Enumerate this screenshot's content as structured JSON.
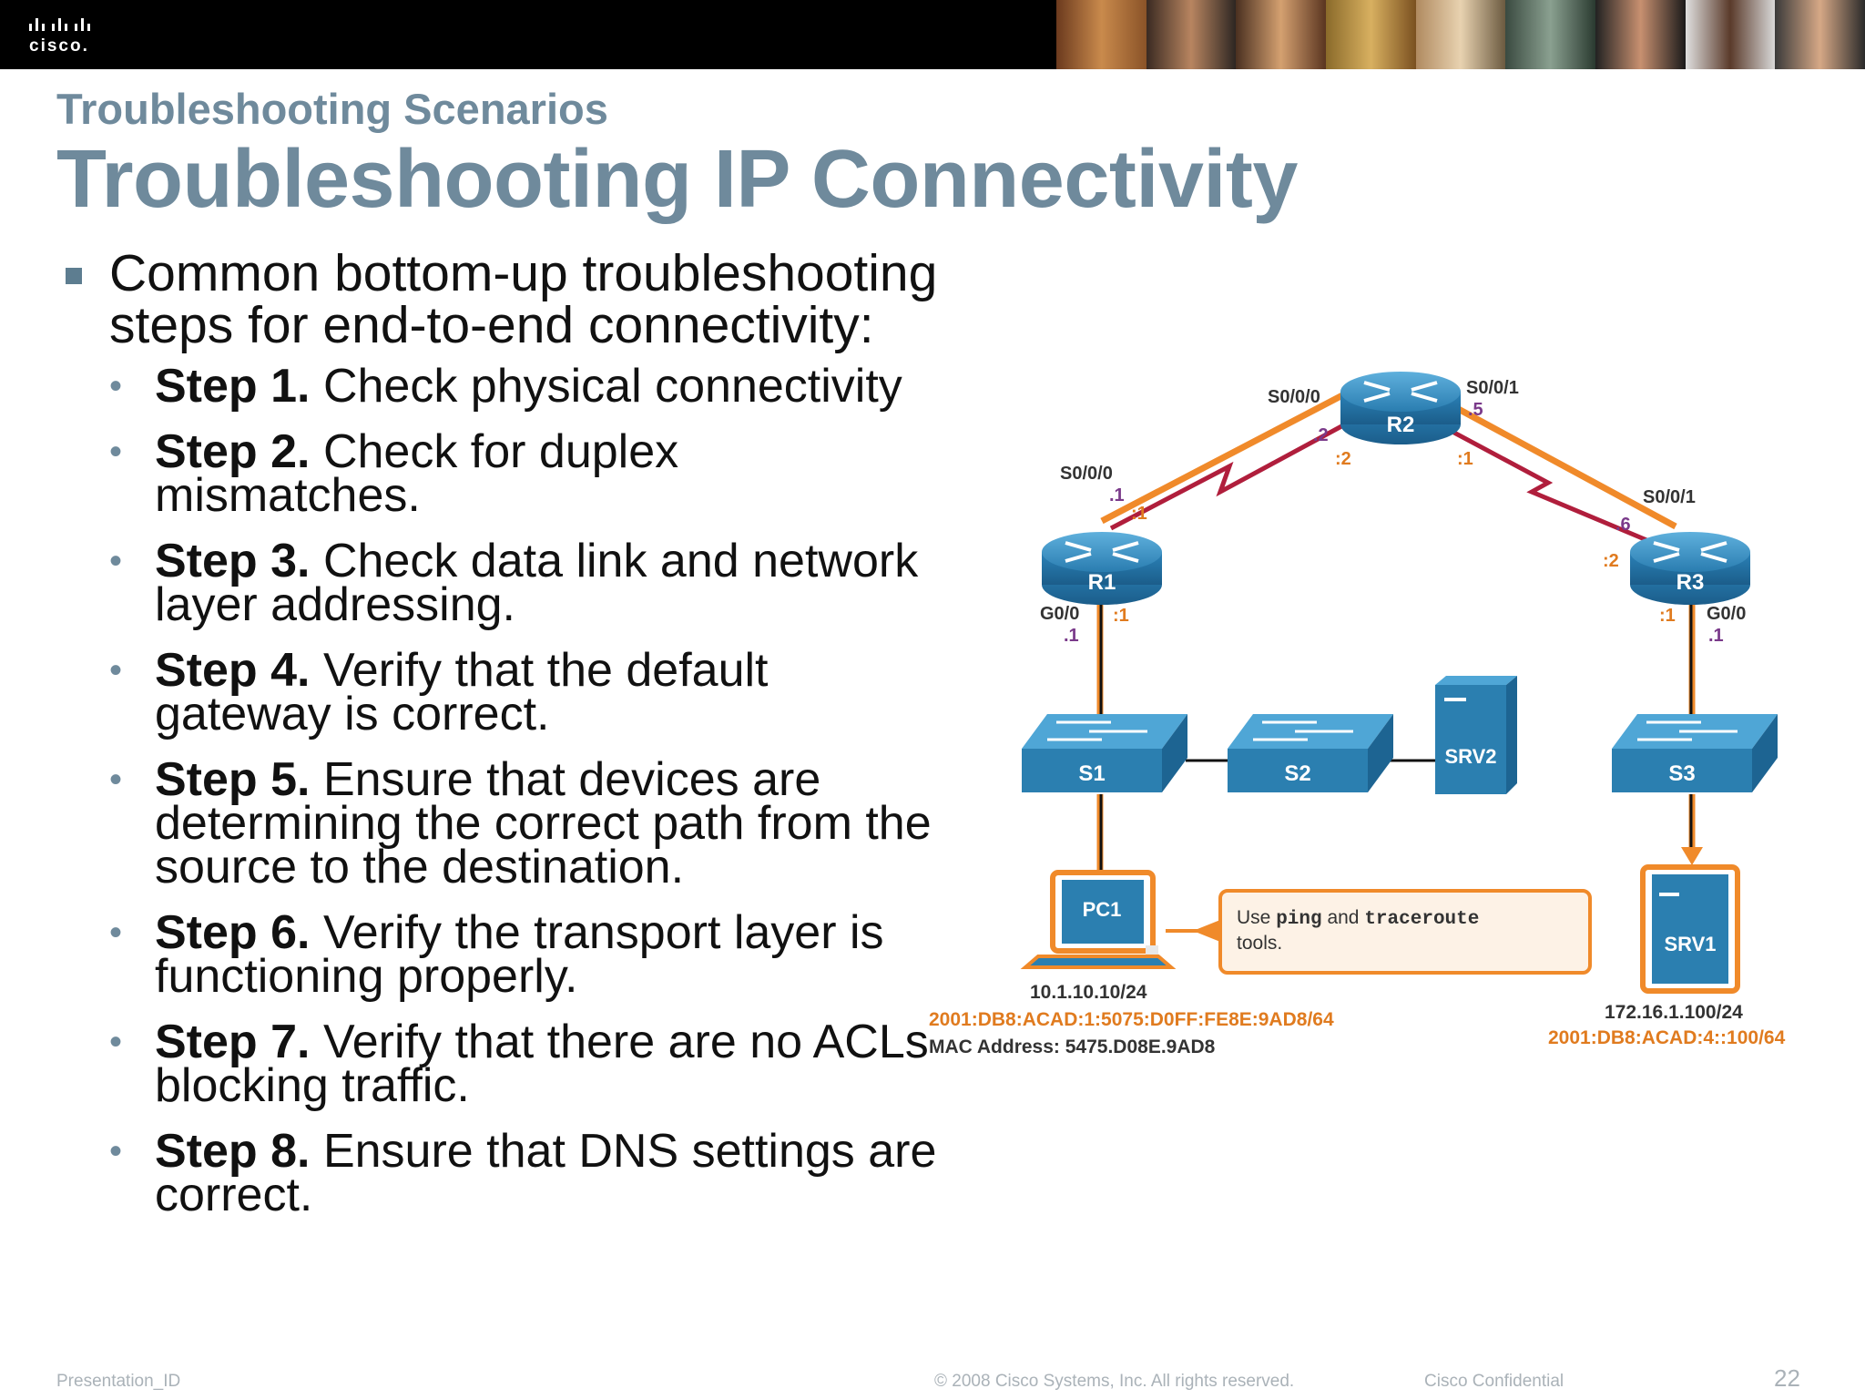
{
  "header": {
    "logo_text": "cisco."
  },
  "slide": {
    "subtitle": "Troubleshooting Scenarios",
    "title": "Troubleshooting IP Connectivity",
    "intro": "Common bottom-up troubleshooting steps for end-to-end connectivity:",
    "steps": [
      {
        "label": "Step 1.",
        "text": " Check physical connectivity"
      },
      {
        "label": "Step 2.",
        "text": " Check for duplex mismatches."
      },
      {
        "label": "Step 3.",
        "text": " Check data link and network layer addressing."
      },
      {
        "label": "Step 4.",
        "text": " Verify that the default gateway is correct."
      },
      {
        "label": "Step 5.",
        "text": " Ensure that devices are determining the correct path from the source to the destination."
      },
      {
        "label": "Step 6.",
        "text": " Verify the transport layer is functioning properly."
      },
      {
        "label": "Step 7.",
        "text": " Verify that there are no ACLs blocking traffic."
      },
      {
        "label": "Step 8.",
        "text": " Ensure that DNS settings are correct."
      }
    ]
  },
  "diagram": {
    "r1": {
      "name": "R1",
      "if_s000": "S0/0/0",
      "s000_ip4": ".1",
      "s000_ip6": ":1",
      "if_g00": "G0/0",
      "g00_ip4": ".1",
      "g00_ip6": ":1"
    },
    "r2": {
      "name": "R2",
      "if_s000": "S0/0/0",
      "s000_ip4": ".2",
      "s000_ip6": ":2",
      "if_s001": "S0/0/1",
      "s001_ip4": ".5",
      "s001_ip6": ":1"
    },
    "r3": {
      "name": "R3",
      "if_s001": "S0/0/1",
      "s001_ip4": ".6",
      "s001_ip6": ":2",
      "if_g00": "G0/0",
      "g00_ip4": ".1",
      "g00_ip6": ":1"
    },
    "switches": [
      "S1",
      "S2",
      "S3"
    ],
    "srv2": "SRV2",
    "srv1": "SRV1",
    "pc1": "PC1",
    "callout": {
      "pre": "Use ",
      "cmd1": "ping",
      "mid": " and ",
      "cmd2": "traceroute",
      "post": "tools."
    },
    "pc1_ipv4": "10.1.10.10/24",
    "pc1_ipv6": "2001:DB8:ACAD:1:5075:D0FF:FE8E:9AD8/64",
    "pc1_mac": "MAC Address: 5475.D08E.9AD8",
    "srv1_ipv4": "172.16.1.100/24",
    "srv1_ipv6": "2001:DB8:ACAD:4::100/64",
    "colors": {
      "link_orange": "#f08a2a",
      "serial_red": "#b01e3c",
      "device_blue": "#2b7fb0",
      "label_orange": "#e07b1f",
      "label_purple": "#7a3a8a"
    }
  },
  "footer": {
    "presentation_id": "Presentation_ID",
    "copyright": "© 2008 Cisco Systems, Inc. All rights reserved.",
    "confidential": "Cisco Confidential",
    "page_number": "22"
  }
}
